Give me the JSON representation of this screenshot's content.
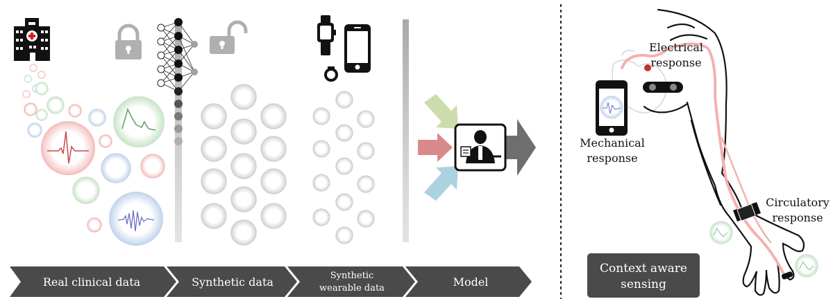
{
  "pipeline": {
    "stages": [
      {
        "label": "Real clinical data"
      },
      {
        "label": "Synthetic data"
      },
      {
        "label_line1": "Synthetic",
        "label_line2": "wearable data"
      },
      {
        "label": "Model"
      }
    ]
  },
  "context": {
    "box_line1": "Context aware",
    "box_line2": "sensing",
    "electrical_line1": "Electrical",
    "electrical_line2": "response",
    "mechanical_line1": "Mechanical",
    "mechanical_line2": "response",
    "circulatory_line1": "Circulatory",
    "circulatory_line2": "response"
  },
  "colors": {
    "banner": "#4a4a4a",
    "banner_text": "#ffffff",
    "red": "#f2a8a8",
    "green": "#b8dcb8",
    "blue": "#a8c4e4",
    "purple_signal": "#7070c8",
    "ecg_red": "#c84848",
    "arrow_green": "#c8d8a8",
    "arrow_red": "#d08080",
    "arrow_blue": "#a8d0e0",
    "arrow_dark": "#707070",
    "vessel": "#f4b0b0"
  },
  "icons": [
    "hospital-icon",
    "lock-closed-icon",
    "lock-open-icon",
    "smartwatch-icon",
    "smartphone-icon",
    "ring-icon",
    "doctor-icon"
  ]
}
